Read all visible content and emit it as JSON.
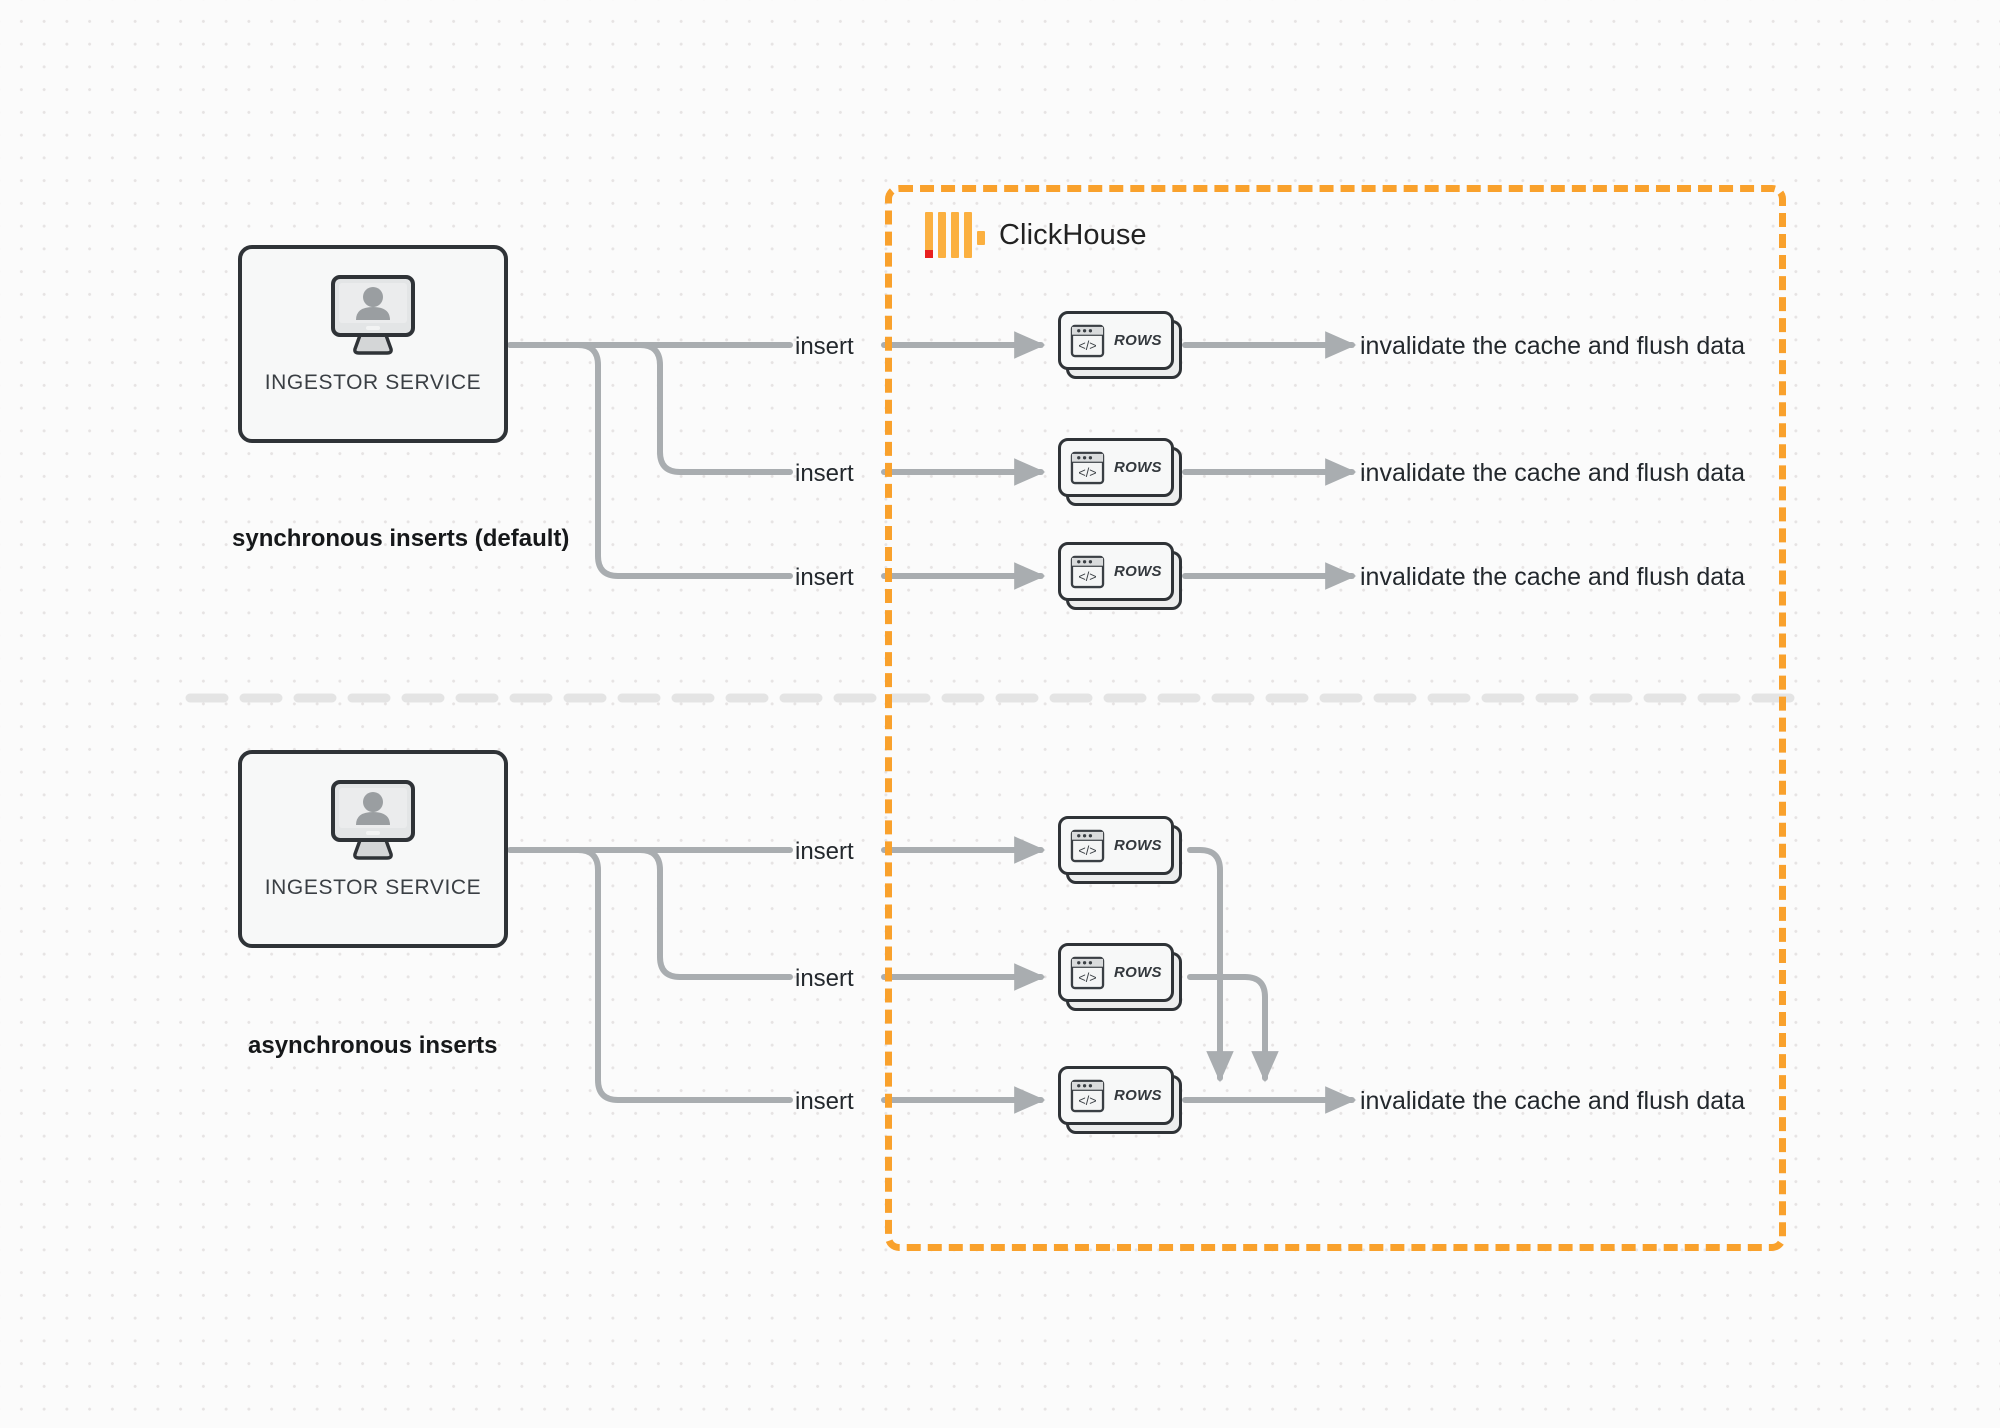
{
  "diagram": {
    "title": "ClickHouse synchronous vs asynchronous inserts",
    "colors": {
      "boundary_orange": "#f9a12c",
      "logo_yellow": "#fbb040",
      "logo_red": "#e8201f",
      "connector_gray": "#a9adb0",
      "node_outline": "#2f3337",
      "background": "#fbfbfb"
    }
  },
  "clickhouse": {
    "name": "ClickHouse",
    "logo_icon": "clickhouse-logo-icon"
  },
  "sections": [
    {
      "id": "synchronous",
      "mode_label": "synchronous inserts (default)",
      "service": {
        "label": "INGESTOR SERVICE",
        "icon": "monitor-user-icon"
      },
      "flows": [
        {
          "insert_label": "insert",
          "rows_label": "ROWS",
          "rows_icon": "code-window-icon",
          "result_label": "invalidate the cache and flush data"
        },
        {
          "insert_label": "insert",
          "rows_label": "ROWS",
          "rows_icon": "code-window-icon",
          "result_label": "invalidate the cache and flush data"
        },
        {
          "insert_label": "insert",
          "rows_label": "ROWS",
          "rows_icon": "code-window-icon",
          "result_label": "invalidate the cache and flush data"
        }
      ]
    },
    {
      "id": "asynchronous",
      "mode_label": "asynchronous inserts",
      "service": {
        "label": "INGESTOR SERVICE",
        "icon": "monitor-user-icon"
      },
      "flows": [
        {
          "insert_label": "insert",
          "rows_label": "ROWS",
          "rows_icon": "code-window-icon"
        },
        {
          "insert_label": "insert",
          "rows_label": "ROWS",
          "rows_icon": "code-window-icon"
        },
        {
          "insert_label": "insert",
          "rows_label": "ROWS",
          "rows_icon": "code-window-icon"
        }
      ],
      "result_label": "invalidate the cache and flush data"
    }
  ]
}
